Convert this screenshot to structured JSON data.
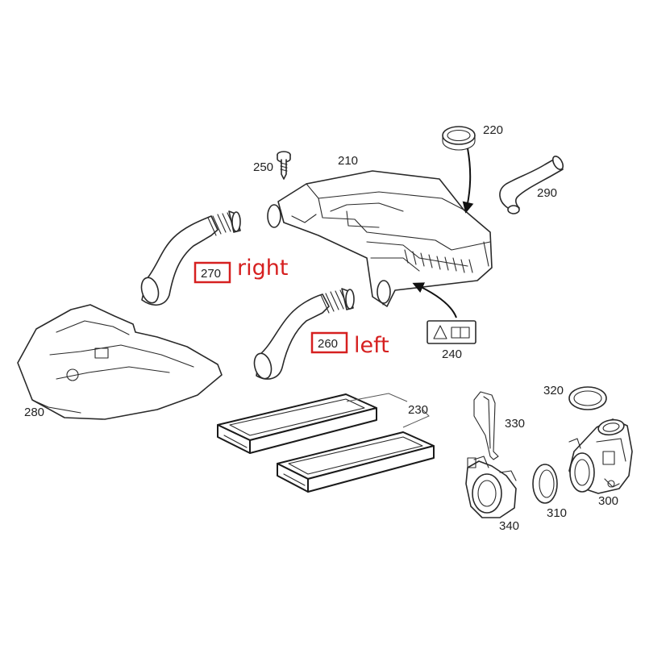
{
  "parts": {
    "p210": "210",
    "p220": "220",
    "p230": "230",
    "p240": "240",
    "p250": "250",
    "p260": "260",
    "p270": "270",
    "p280": "280",
    "p290": "290",
    "p300": "300",
    "p310": "310",
    "p320": "320",
    "p330": "330",
    "p340": "340"
  },
  "annotations": {
    "right": "right",
    "left": "left"
  },
  "colors": {
    "highlight": "#d62020",
    "line": "#2a2a2a"
  }
}
